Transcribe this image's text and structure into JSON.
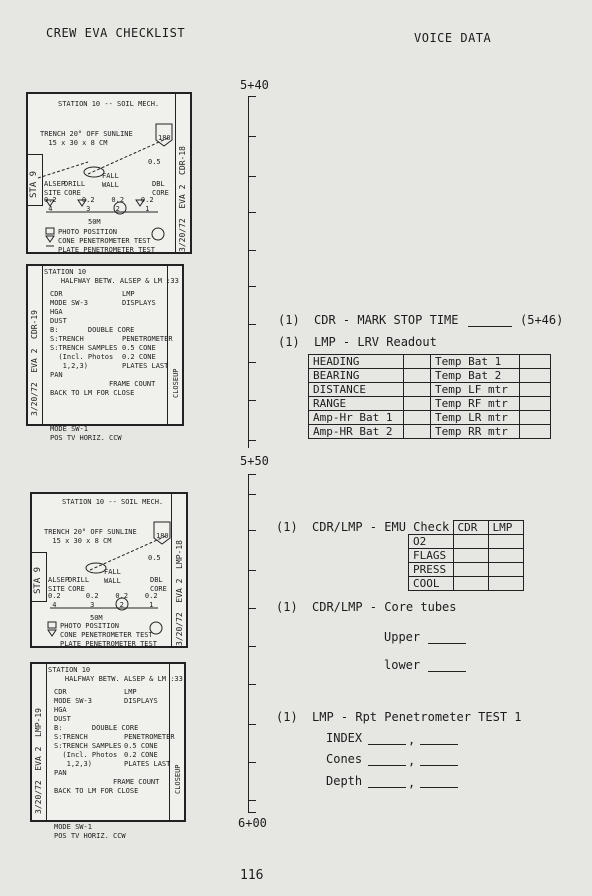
{
  "header": {
    "left": "CREW EVA CHECKLIST",
    "right": "VOICE DATA"
  },
  "times": {
    "t540": "5+40",
    "t550": "5+50",
    "t600": "6+00"
  },
  "page_number": "116",
  "cards": {
    "map": {
      "title": "STATION 10 -- SOIL MECH.",
      "trench": "TRENCH 20° OFF SUNLINE\n  15 x 30 x 8 CM",
      "alsep": "ALSEP\nSITE",
      "drill": "DRILL\nCORE",
      "fall": "FALL\nWALL",
      "dbl": "DBL\nCORE",
      "nums": "0.2      0.2    0.2    0.2\n 4        3      2      1",
      "fifty": "50M",
      "legend": "PHOTO POSITION\nCONE PENETROMETER TEST\nPLATE PENETROMETER TEST",
      "sta": "STA 9",
      "side": "3/20/72  EVA 2  CDR-18",
      "v180": "180",
      "v05": "0.5"
    },
    "map2_side": "3/20/72  EVA 2  LMP-18",
    "notes": {
      "title": "STATION 10\n    HALFWAY BETW. ALSEP & LM :33",
      "left": "CDR\nMODE SW-3\nHGA\nDUST\nB:       DOUBLE CORE\nS:TRENCH\nS:TRENCH SAMPLES\n  (Incl. Photos\n   1,2,3)\nPAN\n              FRAME COUNT\nBACK TO LM FOR CLOSE\n\n\n\nMODE SW-1\nPOS TV HORIZ. CCW",
      "right": "LMP\nDISPLAYS\n\n\n\nPENETROMETER\n0.5 CONE\n0.2 CONE\nPLATES LAST",
      "side": "3/20/72  EVA 2  CDR-19",
      "side2": "3/20/72  EVA 2  LMP-19",
      "closeup": "CLOSEUP"
    }
  },
  "voice": {
    "item1": {
      "num": "(1)",
      "text": "CDR - MARK STOP TIME",
      "time": "(5+46)"
    },
    "item2": {
      "num": "(1)",
      "text": "LMP - LRV Readout"
    },
    "lrv_rows": [
      {
        "a": "HEADING",
        "b": "Temp Bat 1"
      },
      {
        "a": "BEARING",
        "b": "Temp Bat 2"
      },
      {
        "a": "DISTANCE",
        "b": "Temp LF mtr"
      },
      {
        "a": "RANGE",
        "b": "Temp RF mtr"
      },
      {
        "a": "Amp-Hr Bat 1",
        "b": "Temp LR mtr"
      },
      {
        "a": "Amp-HR Bat 2",
        "b": "Temp RR mtr"
      }
    ],
    "item3": {
      "num": "(1)",
      "text": "CDR/LMP - EMU Check"
    },
    "emu_head": {
      "c1": "CDR",
      "c2": "LMP"
    },
    "emu_rows": [
      "O2",
      "FLAGS",
      "PRESS",
      "COOL"
    ],
    "item4": {
      "num": "(1)",
      "text": "CDR/LMP - Core tubes"
    },
    "upper": "Upper",
    "lower": "lower",
    "item5": {
      "num": "(1)",
      "text": "LMP - Rpt Penetrometer TEST 1"
    },
    "index": "INDEX",
    "cones": "Cones",
    "depth": "Depth",
    "comma": ","
  }
}
